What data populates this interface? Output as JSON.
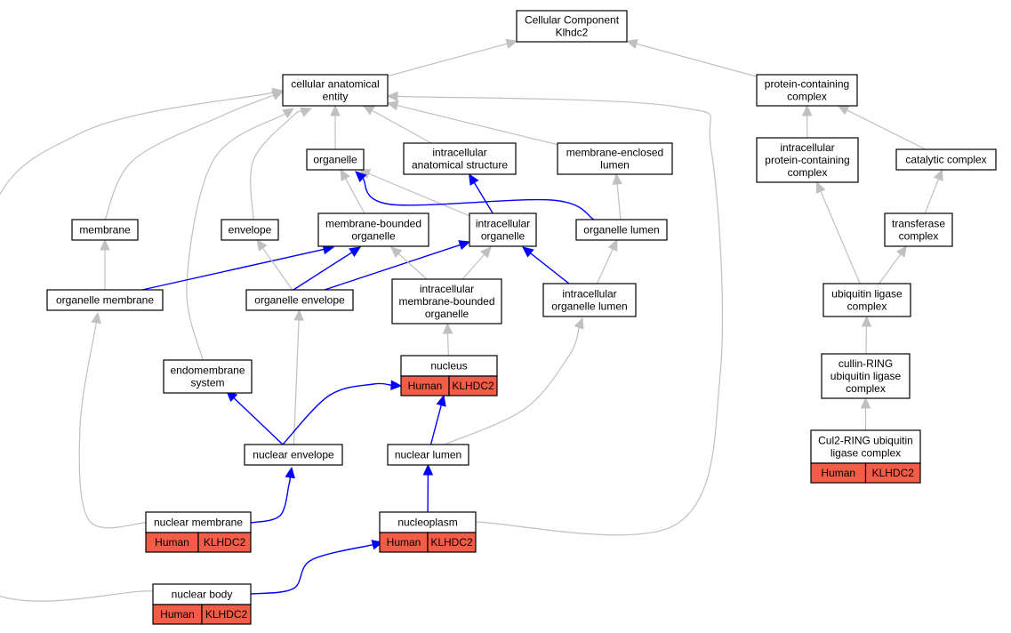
{
  "graph": {
    "colors": {
      "is_a_edge": "#c0c0c0",
      "part_of_edge": "#0000ff",
      "annotation_fill": "#f35d47",
      "node_border": "#000000"
    },
    "nodes": {
      "root": {
        "lines": [
          "Cellular Component",
          "Klhdc2"
        ]
      },
      "cae": {
        "lines": [
          "cellular anatomical",
          "entity"
        ]
      },
      "pcc": {
        "lines": [
          "protein-containing",
          "complex"
        ]
      },
      "organelle": {
        "lines": [
          "organelle"
        ]
      },
      "ias": {
        "lines": [
          "intracellular",
          "anatomical structure"
        ]
      },
      "mel": {
        "lines": [
          "membrane-enclosed",
          "lumen"
        ]
      },
      "ipcc": {
        "lines": [
          "intracellular",
          "protein-containing",
          "complex"
        ]
      },
      "catalytic": {
        "lines": [
          "catalytic complex"
        ]
      },
      "membrane": {
        "lines": [
          "membrane"
        ]
      },
      "envelope": {
        "lines": [
          "envelope"
        ]
      },
      "mbo": {
        "lines": [
          "membrane-bounded",
          "organelle"
        ]
      },
      "io": {
        "lines": [
          "intracellular",
          "organelle"
        ]
      },
      "olumen": {
        "lines": [
          "organelle lumen"
        ]
      },
      "transferase": {
        "lines": [
          "transferase",
          "complex"
        ]
      },
      "omem": {
        "lines": [
          "organelle membrane"
        ]
      },
      "oenv": {
        "lines": [
          "organelle envelope"
        ]
      },
      "imbo": {
        "lines": [
          "intracellular",
          "membrane-bounded",
          "organelle"
        ]
      },
      "iol": {
        "lines": [
          "intracellular",
          "organelle lumen"
        ]
      },
      "ubl": {
        "lines": [
          "ubiquitin ligase",
          "complex"
        ]
      },
      "endo": {
        "lines": [
          "endomembrane",
          "system"
        ]
      },
      "nucleus": {
        "lines": [
          "nucleus"
        ],
        "annotation": [
          "Human",
          "KLHDC2"
        ]
      },
      "cullin": {
        "lines": [
          "cullin-RING",
          "ubiquitin ligase",
          "complex"
        ]
      },
      "nenv": {
        "lines": [
          "nuclear envelope"
        ]
      },
      "nlumen": {
        "lines": [
          "nuclear lumen"
        ]
      },
      "cul2": {
        "lines": [
          "Cul2-RING ubiquitin",
          "ligase complex"
        ],
        "annotation": [
          "Human",
          "KLHDC2"
        ]
      },
      "nmem": {
        "lines": [
          "nuclear membrane"
        ],
        "annotation": [
          "Human",
          "KLHDC2"
        ]
      },
      "nucleoplasm": {
        "lines": [
          "nucleoplasm"
        ],
        "annotation": [
          "Human",
          "KLHDC2"
        ]
      },
      "nbody": {
        "lines": [
          "nuclear body"
        ],
        "annotation": [
          "Human",
          "KLHDC2"
        ]
      }
    },
    "edges": [
      {
        "from": "cae",
        "to": "root",
        "type": "is_a"
      },
      {
        "from": "pcc",
        "to": "root",
        "type": "is_a"
      },
      {
        "from": "organelle",
        "to": "cae",
        "type": "is_a"
      },
      {
        "from": "ias",
        "to": "cae",
        "type": "is_a"
      },
      {
        "from": "mel",
        "to": "cae",
        "type": "is_a"
      },
      {
        "from": "membrane",
        "to": "cae",
        "type": "is_a"
      },
      {
        "from": "envelope",
        "to": "cae",
        "type": "is_a"
      },
      {
        "from": "endo",
        "to": "cae",
        "type": "is_a"
      },
      {
        "from": "nbody",
        "to": "cae",
        "type": "is_a"
      },
      {
        "from": "nucleoplasm",
        "to": "cae",
        "type": "is_a"
      },
      {
        "from": "ipcc",
        "to": "pcc",
        "type": "is_a"
      },
      {
        "from": "catalytic",
        "to": "pcc",
        "type": "is_a"
      },
      {
        "from": "mbo",
        "to": "organelle",
        "type": "is_a"
      },
      {
        "from": "io",
        "to": "organelle",
        "type": "is_a"
      },
      {
        "from": "olumen",
        "to": "organelle",
        "type": "part_of"
      },
      {
        "from": "io",
        "to": "ias",
        "type": "part_of"
      },
      {
        "from": "olumen",
        "to": "mel",
        "type": "is_a"
      },
      {
        "from": "ubl",
        "to": "ipcc",
        "type": "is_a"
      },
      {
        "from": "transferase",
        "to": "catalytic",
        "type": "is_a"
      },
      {
        "from": "omem",
        "to": "membrane",
        "type": "is_a"
      },
      {
        "from": "omem",
        "to": "mbo",
        "type": "part_of"
      },
      {
        "from": "oenv",
        "to": "envelope",
        "type": "is_a"
      },
      {
        "from": "oenv",
        "to": "mbo",
        "type": "part_of"
      },
      {
        "from": "oenv",
        "to": "io",
        "type": "part_of"
      },
      {
        "from": "imbo",
        "to": "mbo",
        "type": "is_a"
      },
      {
        "from": "imbo",
        "to": "io",
        "type": "is_a"
      },
      {
        "from": "iol",
        "to": "io",
        "type": "part_of"
      },
      {
        "from": "iol",
        "to": "olumen",
        "type": "is_a"
      },
      {
        "from": "ubl",
        "to": "transferase",
        "type": "is_a"
      },
      {
        "from": "nucleus",
        "to": "imbo",
        "type": "is_a"
      },
      {
        "from": "cullin",
        "to": "ubl",
        "type": "is_a"
      },
      {
        "from": "nenv",
        "to": "endo",
        "type": "part_of"
      },
      {
        "from": "nenv",
        "to": "oenv",
        "type": "is_a"
      },
      {
        "from": "nenv",
        "to": "nucleus",
        "type": "part_of"
      },
      {
        "from": "nlumen",
        "to": "nucleus",
        "type": "part_of"
      },
      {
        "from": "nlumen",
        "to": "iol",
        "type": "is_a"
      },
      {
        "from": "cul2",
        "to": "cullin",
        "type": "is_a"
      },
      {
        "from": "nmem",
        "to": "omem",
        "type": "is_a"
      },
      {
        "from": "nmem",
        "to": "nenv",
        "type": "part_of"
      },
      {
        "from": "nucleoplasm",
        "to": "nlumen",
        "type": "part_of"
      },
      {
        "from": "nbody",
        "to": "nucleoplasm",
        "type": "part_of"
      }
    ]
  }
}
